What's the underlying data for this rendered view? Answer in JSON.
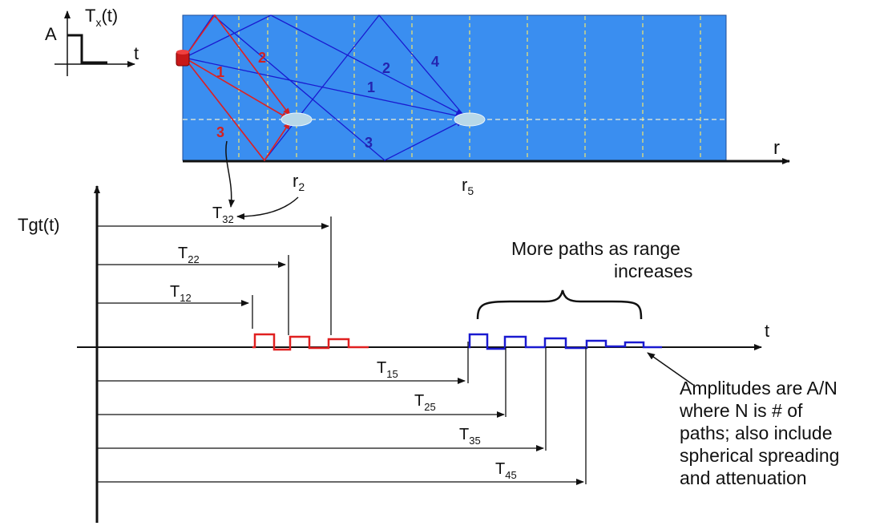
{
  "inset": {
    "func": "T",
    "func_sub": "x",
    "func_arg": "(t)",
    "amp": "A",
    "t_axis": "t"
  },
  "ocean": {
    "fill": "#3a8ef0",
    "range_axis": "r",
    "r2": "r",
    "r2_sub": "2",
    "r5": "r",
    "r5_sub": "5",
    "red_paths": [
      "1",
      "2",
      "3"
    ],
    "blue_paths": [
      "1",
      "2",
      "3",
      "4"
    ]
  },
  "timeline": {
    "y_label": "Tgt(t)",
    "t_axis": "t",
    "red_times": [
      {
        "base": "T",
        "sub": "32"
      },
      {
        "base": "T",
        "sub": "22"
      },
      {
        "base": "T",
        "sub": "12"
      }
    ],
    "blue_times": [
      {
        "base": "T",
        "sub": "15"
      },
      {
        "base": "T",
        "sub": "25"
      },
      {
        "base": "T",
        "sub": "35"
      },
      {
        "base": "T",
        "sub": "45"
      }
    ]
  },
  "notes": {
    "more_paths": [
      "More paths as range",
      "increases"
    ],
    "amplitudes": [
      "Amplitudes are A/N",
      "where N is # of",
      "paths; also include",
      "spherical spreading",
      "and attenuation"
    ]
  },
  "colors": {
    "red": "#e02020",
    "blue": "#1a1ad0",
    "water": "#3a8ef0",
    "grid": "#f5e66a"
  }
}
